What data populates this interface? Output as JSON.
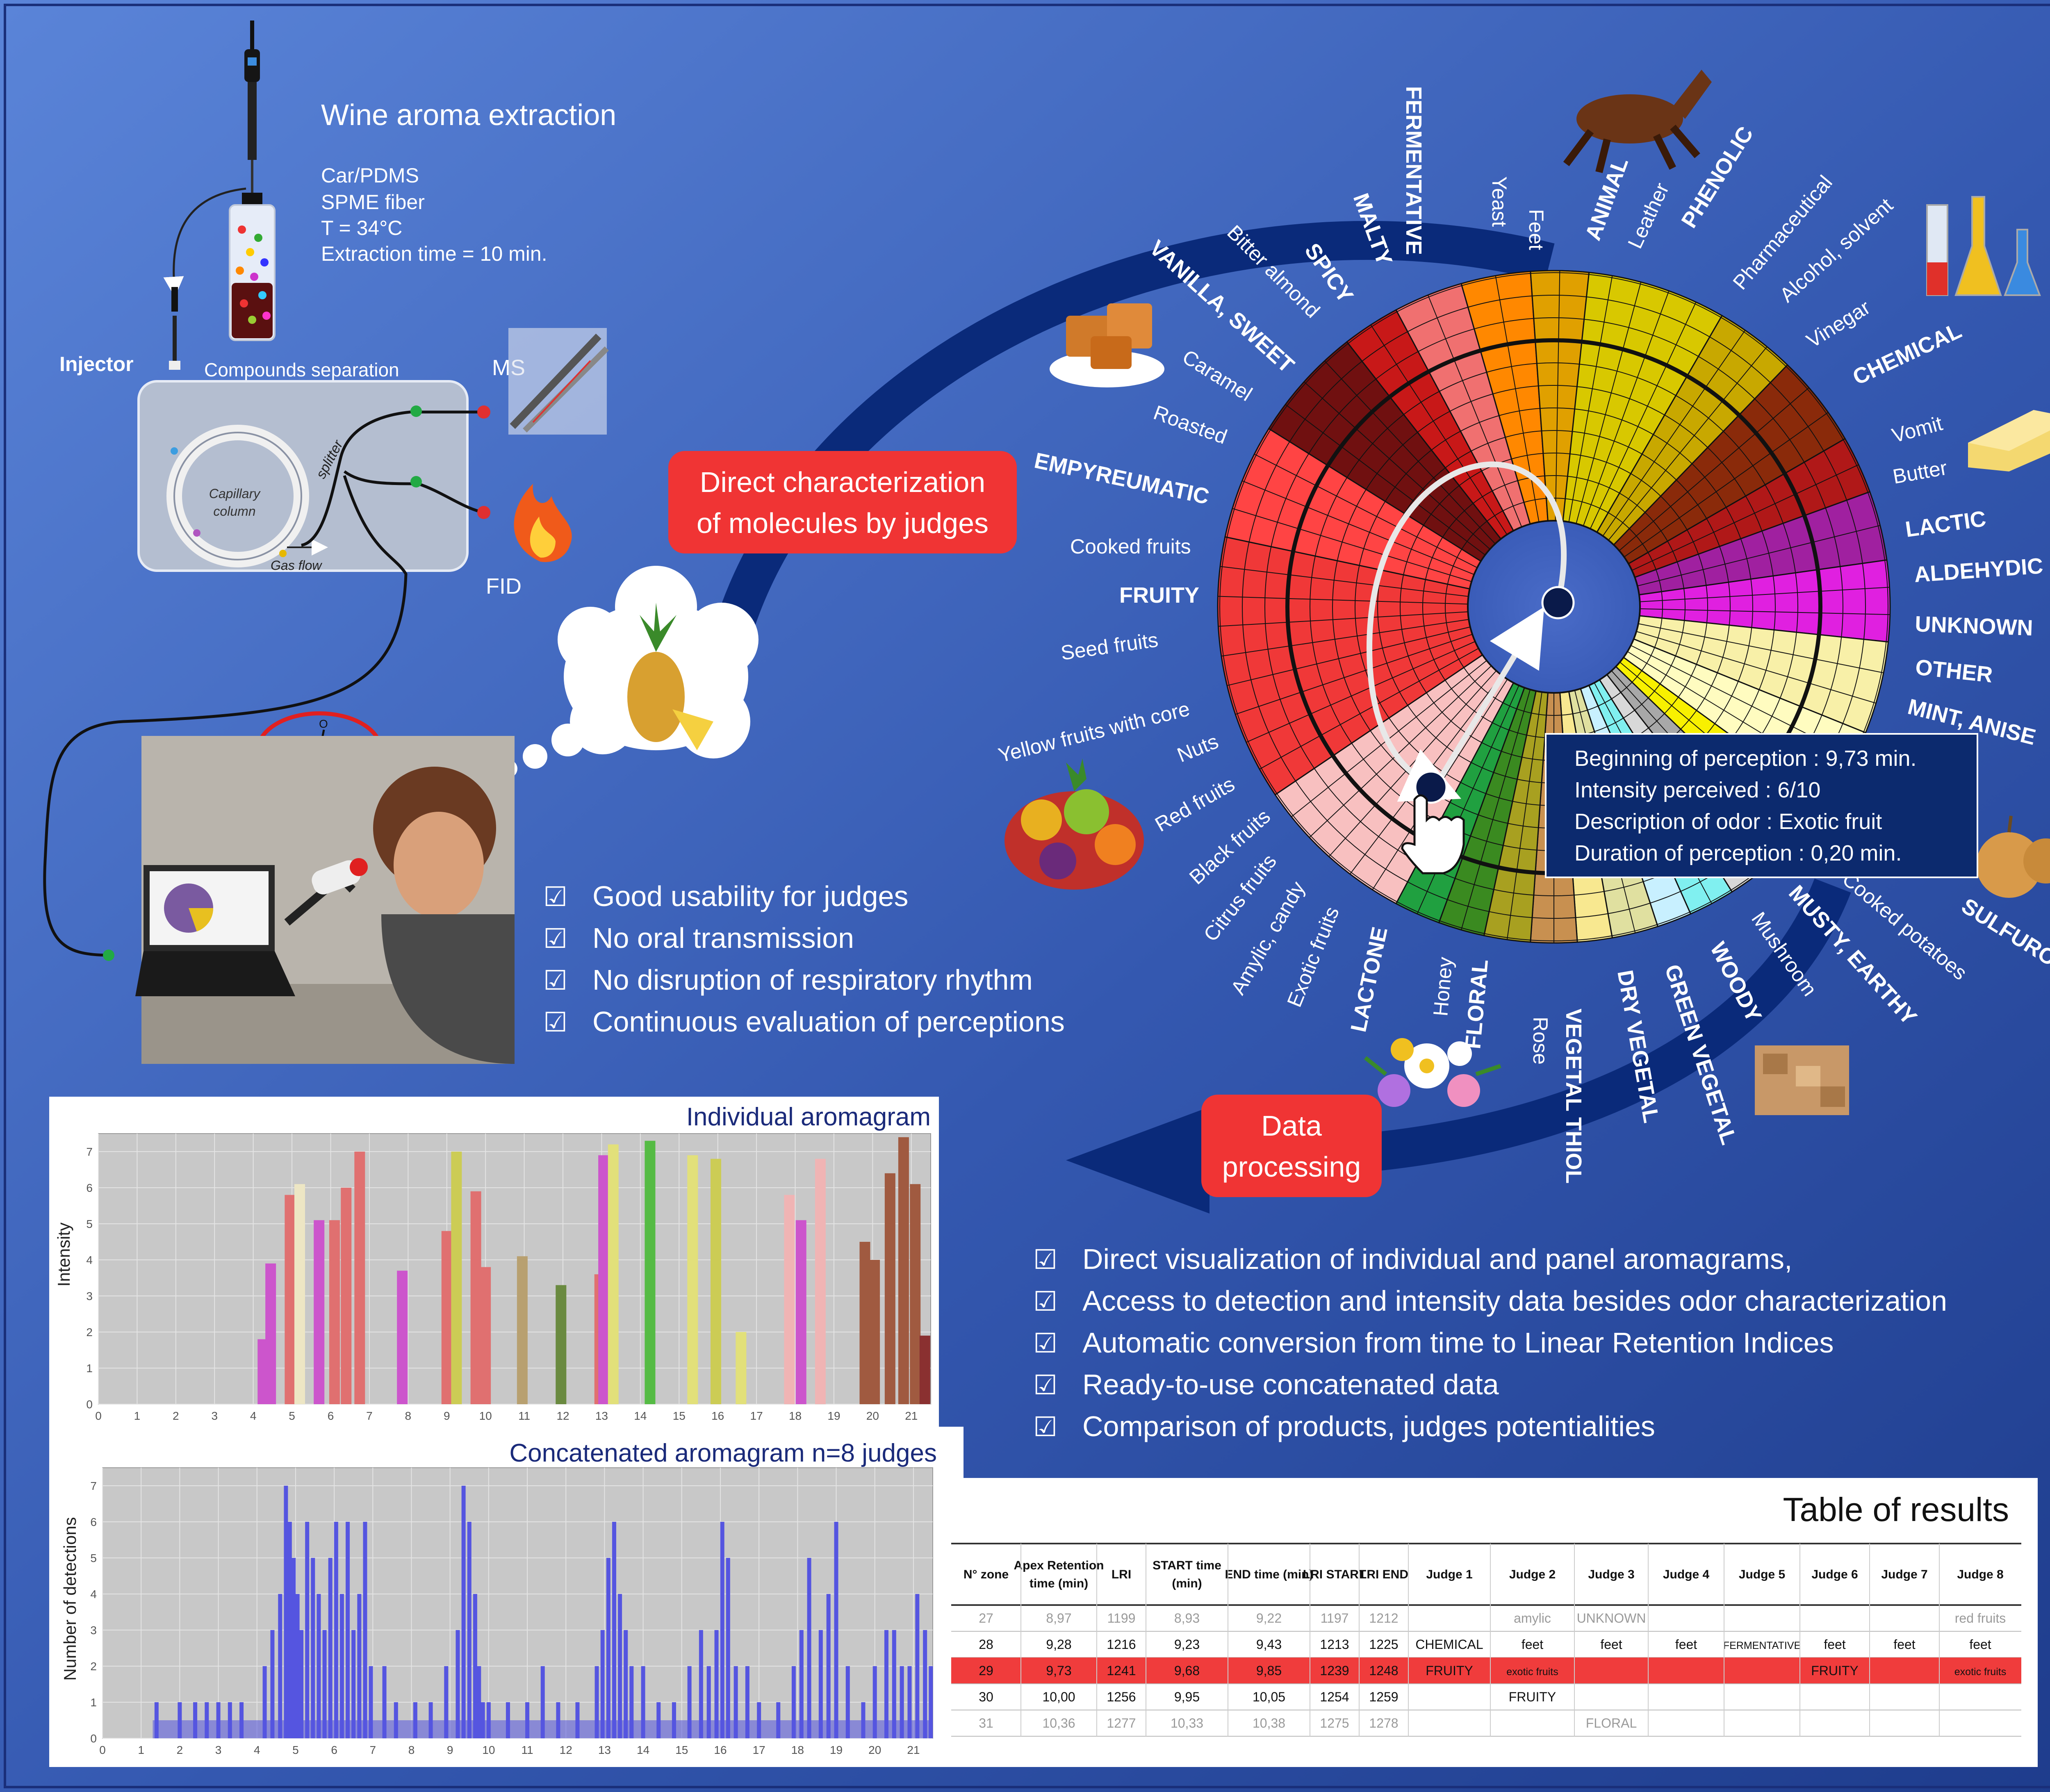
{
  "colors": {
    "bg_top": "#5a84d8",
    "bg_bottom": "#1e3c8c",
    "arc_blue": "#0a2a7a",
    "red_box": "#f03434",
    "info_box": "#0c2a6e",
    "highlight_row": "#f03c3c",
    "concat_bar": "#5555e0"
  },
  "extraction": {
    "title": "Wine aroma extraction",
    "line1": "Car/PDMS",
    "line2": "SPME fiber",
    "line3": "T = 34°C",
    "line4": "Extraction time = 10 min."
  },
  "gc": {
    "injector": "Injector",
    "compounds_separation": "Compounds separation",
    "capillary_line1": "Capillary",
    "capillary_line2": "column",
    "gas_flow": "Gas flow",
    "splitter": "splitter",
    "ms": "MS",
    "fid": "FID"
  },
  "judge_box": {
    "line1": "Direct characterization",
    "line2": "of molecules by judges"
  },
  "data_box": {
    "line1": "Data",
    "line2": "processing"
  },
  "judge_benefits": [
    "Good usability for judges",
    "No oral transmission",
    "No disruption of respiratory rhythm",
    "Continuous evaluation of perceptions"
  ],
  "processing_benefits": [
    "Direct visualization of individual and panel aromagrams,",
    "Access to detection and intensity data besides odor characterization",
    "Automatic conversion from time to Linear Retention Indices",
    "Ready-to-use concatenated data",
    "Comparison of products, judges potentialities"
  ],
  "info_box": {
    "line1": "Beginning of perception : 9,73 min.",
    "line2": "Intensity perceived : 6/10",
    "line3": "Description of odor : Exotic fruit",
    "line4": "Duration of perception : 0,20 min."
  },
  "wheel": {
    "labels": [
      {
        "text": "FERMENTATIVE",
        "bold": true
      },
      {
        "text": "MALTY",
        "bold": true
      },
      {
        "text": "SPICY",
        "bold": true
      },
      {
        "text": "Bitter almond",
        "bold": false
      },
      {
        "text": "VANILLA, SWEET",
        "bold": true
      },
      {
        "text": "Caramel",
        "bold": false
      },
      {
        "text": "Roasted",
        "bold": false
      },
      {
        "text": "EMPYREUMATIC",
        "bold": true
      },
      {
        "text": "Cooked fruits",
        "bold": false
      },
      {
        "text": "FRUITY",
        "bold": true
      },
      {
        "text": "Seed fruits",
        "bold": false
      },
      {
        "text": "Yellow fruits with core",
        "bold": false
      },
      {
        "text": "Nuts",
        "bold": false
      },
      {
        "text": "Red fruits",
        "bold": false
      },
      {
        "text": "Black fruits",
        "bold": false
      },
      {
        "text": "Citrus fruits",
        "bold": false
      },
      {
        "text": "Amylic, candy",
        "bold": false
      },
      {
        "text": "Exotic fruits",
        "bold": false
      },
      {
        "text": "LACTONE",
        "bold": true
      },
      {
        "text": "Honey",
        "bold": false
      },
      {
        "text": "FLORAL",
        "bold": true
      },
      {
        "text": "Rose",
        "bold": false
      },
      {
        "text": "VEGETAL THIOL",
        "bold": true
      },
      {
        "text": "DRY VEGETAL",
        "bold": true
      },
      {
        "text": "GREEN VEGETAL",
        "bold": true
      },
      {
        "text": "WOODY",
        "bold": true
      },
      {
        "text": "Mushroom",
        "bold": false
      },
      {
        "text": "MUSTY, EARTHY",
        "bold": true
      },
      {
        "text": "Cooked potatoes",
        "bold": false
      },
      {
        "text": "SULFUROUS",
        "bold": true
      },
      {
        "text": "Yeast",
        "bold": false
      },
      {
        "text": "Feet",
        "bold": false
      },
      {
        "text": "ANIMAL",
        "bold": true
      },
      {
        "text": "Leather",
        "bold": false
      },
      {
        "text": "PHENOLIC",
        "bold": true
      },
      {
        "text": "Pharmaceutical",
        "bold": false
      },
      {
        "text": "Alcohol, solvent",
        "bold": false
      },
      {
        "text": "Vinegar",
        "bold": false
      },
      {
        "text": "CHEMICAL",
        "bold": true
      },
      {
        "text": "Vomit",
        "bold": false
      },
      {
        "text": "Butter",
        "bold": false
      },
      {
        "text": "LACTIC",
        "bold": true
      },
      {
        "text": "ALDEHYDIC",
        "bold": true
      },
      {
        "text": "UNKNOWN",
        "bold": true
      },
      {
        "text": "OTHER",
        "bold": true
      },
      {
        "text": "MINT, ANISE",
        "bold": true
      }
    ]
  },
  "individual_chart": {
    "title": "Individual aromagram",
    "ylabel": "Intensity"
  },
  "concat_chart": {
    "title": "Concatenated aromagram n=8 judges",
    "ylabel": "Number of detections"
  },
  "chart_data": [
    {
      "type": "bar",
      "title": "Individual aromagram",
      "ylabel": "Intensity",
      "xlim": [
        0,
        21.5
      ],
      "ylim": [
        0,
        7.5
      ],
      "xticks": [
        "0",
        "1",
        "2",
        "3",
        "4",
        "5",
        "6",
        "7",
        "8",
        "9",
        "10",
        "11",
        "12",
        "13",
        "14",
        "15",
        "16",
        "17",
        "18",
        "19",
        "20",
        "21"
      ],
      "yticks": [
        "0",
        "1",
        "2",
        "3",
        "4",
        "5",
        "6",
        "7"
      ],
      "bars": [
        {
          "x": 4.25,
          "y": 1.8,
          "color": "#cc55cc"
        },
        {
          "x": 4.45,
          "y": 3.9,
          "color": "#cc55cc"
        },
        {
          "x": 4.95,
          "y": 5.8,
          "color": "#e07070"
        },
        {
          "x": 5.2,
          "y": 6.1,
          "color": "#ede6c4"
        },
        {
          "x": 5.7,
          "y": 5.1,
          "color": "#cc55cc"
        },
        {
          "x": 6.1,
          "y": 5.1,
          "color": "#e07070"
        },
        {
          "x": 6.4,
          "y": 6.0,
          "color": "#e07070"
        },
        {
          "x": 6.75,
          "y": 7.0,
          "color": "#e07070"
        },
        {
          "x": 7.85,
          "y": 3.7,
          "color": "#cc55cc"
        },
        {
          "x": 9.0,
          "y": 4.8,
          "color": "#e07070"
        },
        {
          "x": 9.25,
          "y": 7.0,
          "color": "#cccc55"
        },
        {
          "x": 9.75,
          "y": 5.9,
          "color": "#e07070"
        },
        {
          "x": 10.0,
          "y": 3.8,
          "color": "#e07070"
        },
        {
          "x": 10.95,
          "y": 4.1,
          "color": "#b8a070"
        },
        {
          "x": 11.95,
          "y": 3.3,
          "color": "#6a8a40"
        },
        {
          "x": 12.95,
          "y": 3.6,
          "color": "#e07070"
        },
        {
          "x": 13.05,
          "y": 6.9,
          "color": "#cc55cc"
        },
        {
          "x": 13.3,
          "y": 7.2,
          "color": "#e2e07a"
        },
        {
          "x": 14.25,
          "y": 7.3,
          "color": "#55bb44"
        },
        {
          "x": 15.35,
          "y": 6.9,
          "color": "#e2e07a"
        },
        {
          "x": 15.95,
          "y": 6.8,
          "color": "#cccc55"
        },
        {
          "x": 16.6,
          "y": 2.0,
          "color": "#e2e07a"
        },
        {
          "x": 17.85,
          "y": 5.8,
          "color": "#f0b4b4"
        },
        {
          "x": 18.15,
          "y": 5.1,
          "color": "#cc55cc"
        },
        {
          "x": 18.65,
          "y": 6.8,
          "color": "#f0b4b4"
        },
        {
          "x": 19.8,
          "y": 4.5,
          "color": "#a05a40"
        },
        {
          "x": 20.05,
          "y": 4.0,
          "color": "#a05a40"
        },
        {
          "x": 20.45,
          "y": 6.4,
          "color": "#a05a40"
        },
        {
          "x": 20.8,
          "y": 7.4,
          "color": "#a05a40"
        },
        {
          "x": 21.1,
          "y": 6.1,
          "color": "#a05a40"
        },
        {
          "x": 21.35,
          "y": 1.9,
          "color": "#8a3030"
        }
      ]
    },
    {
      "type": "bar",
      "title": "Concatenated aromagram n=8 judges",
      "ylabel": "Number of detections",
      "xlim": [
        0,
        21.5
      ],
      "ylim": [
        0,
        7.5
      ],
      "xticks": [
        "0",
        "1",
        "2",
        "3",
        "4",
        "5",
        "6",
        "7",
        "8",
        "9",
        "10",
        "11",
        "12",
        "13",
        "14",
        "15",
        "16",
        "17",
        "18",
        "19",
        "20",
        "21"
      ],
      "yticks": [
        "0",
        "1",
        "2",
        "3",
        "4",
        "5",
        "6",
        "7"
      ],
      "x": [
        1.4,
        2.0,
        2.4,
        2.7,
        3.0,
        3.3,
        3.6,
        4.2,
        4.4,
        4.6,
        4.75,
        4.85,
        4.95,
        5.05,
        5.15,
        5.3,
        5.45,
        5.6,
        5.75,
        5.9,
        6.05,
        6.2,
        6.35,
        6.5,
        6.65,
        6.8,
        6.95,
        7.3,
        7.6,
        8.1,
        8.5,
        8.9,
        9.2,
        9.35,
        9.5,
        9.65,
        9.75,
        9.85,
        10.0,
        10.5,
        11.0,
        11.4,
        11.8,
        12.3,
        12.8,
        12.95,
        13.1,
        13.25,
        13.4,
        13.55,
        13.7,
        14.0,
        14.4,
        14.8,
        15.2,
        15.5,
        15.7,
        15.9,
        16.05,
        16.2,
        16.4,
        16.7,
        17.0,
        17.5,
        17.9,
        18.1,
        18.3,
        18.6,
        18.8,
        19.0,
        19.3,
        19.7,
        20.0,
        20.3,
        20.5,
        20.7,
        20.9,
        21.1,
        21.3,
        21.45
      ],
      "values": [
        1,
        1,
        1,
        1,
        1,
        1,
        1,
        2,
        3,
        4,
        7,
        6,
        5,
        4,
        3,
        6,
        5,
        4,
        3,
        5,
        6,
        4,
        6,
        3,
        4,
        6,
        2,
        2,
        1,
        1,
        1,
        2,
        3,
        7,
        6,
        4,
        2,
        1,
        1,
        1,
        1,
        2,
        1,
        1,
        2,
        3,
        5,
        6,
        4,
        3,
        2,
        2,
        1,
        1,
        2,
        3,
        2,
        3,
        6,
        5,
        2,
        2,
        1,
        1,
        2,
        3,
        5,
        3,
        4,
        6,
        2,
        1,
        2,
        3,
        3,
        2,
        2,
        4,
        3,
        2
      ]
    }
  ],
  "table": {
    "title": "Table of results",
    "headers": [
      "N° zone",
      "Apex Retention time (min)",
      "LRI",
      "START time (min)",
      "END time (min)",
      "LRI START",
      "LRI END",
      "Judge 1",
      "Judge 2",
      "Judge 3",
      "Judge 4",
      "Judge 5",
      "Judge 6",
      "Judge 7",
      "Judge 8"
    ],
    "rows": [
      [
        "27",
        "8,97",
        "1199",
        "8,93",
        "9,22",
        "1197",
        "1212",
        "",
        "amylic",
        "UNKNOWN",
        "",
        "",
        "",
        "",
        "red fruits"
      ],
      [
        "28",
        "9,28",
        "1216",
        "9,23",
        "9,43",
        "1213",
        "1225",
        "CHEMICAL",
        "feet",
        "feet",
        "feet",
        "FERMENTATIVE",
        "feet",
        "feet",
        "feet"
      ],
      [
        "29",
        "9,73",
        "1241",
        "9,68",
        "9,85",
        "1239",
        "1248",
        "FRUITY",
        "exotic fruits",
        "",
        "",
        "",
        "FRUITY",
        "",
        "exotic fruits"
      ],
      [
        "30",
        "10,00",
        "1256",
        "9,95",
        "10,05",
        "1254",
        "1259",
        "",
        "FRUITY",
        "",
        "",
        "",
        "",
        "",
        ""
      ],
      [
        "31",
        "10,36",
        "1277",
        "10,33",
        "10,38",
        "1275",
        "1278",
        "",
        "",
        "FLORAL",
        "",
        "",
        "",
        "",
        ""
      ]
    ]
  }
}
